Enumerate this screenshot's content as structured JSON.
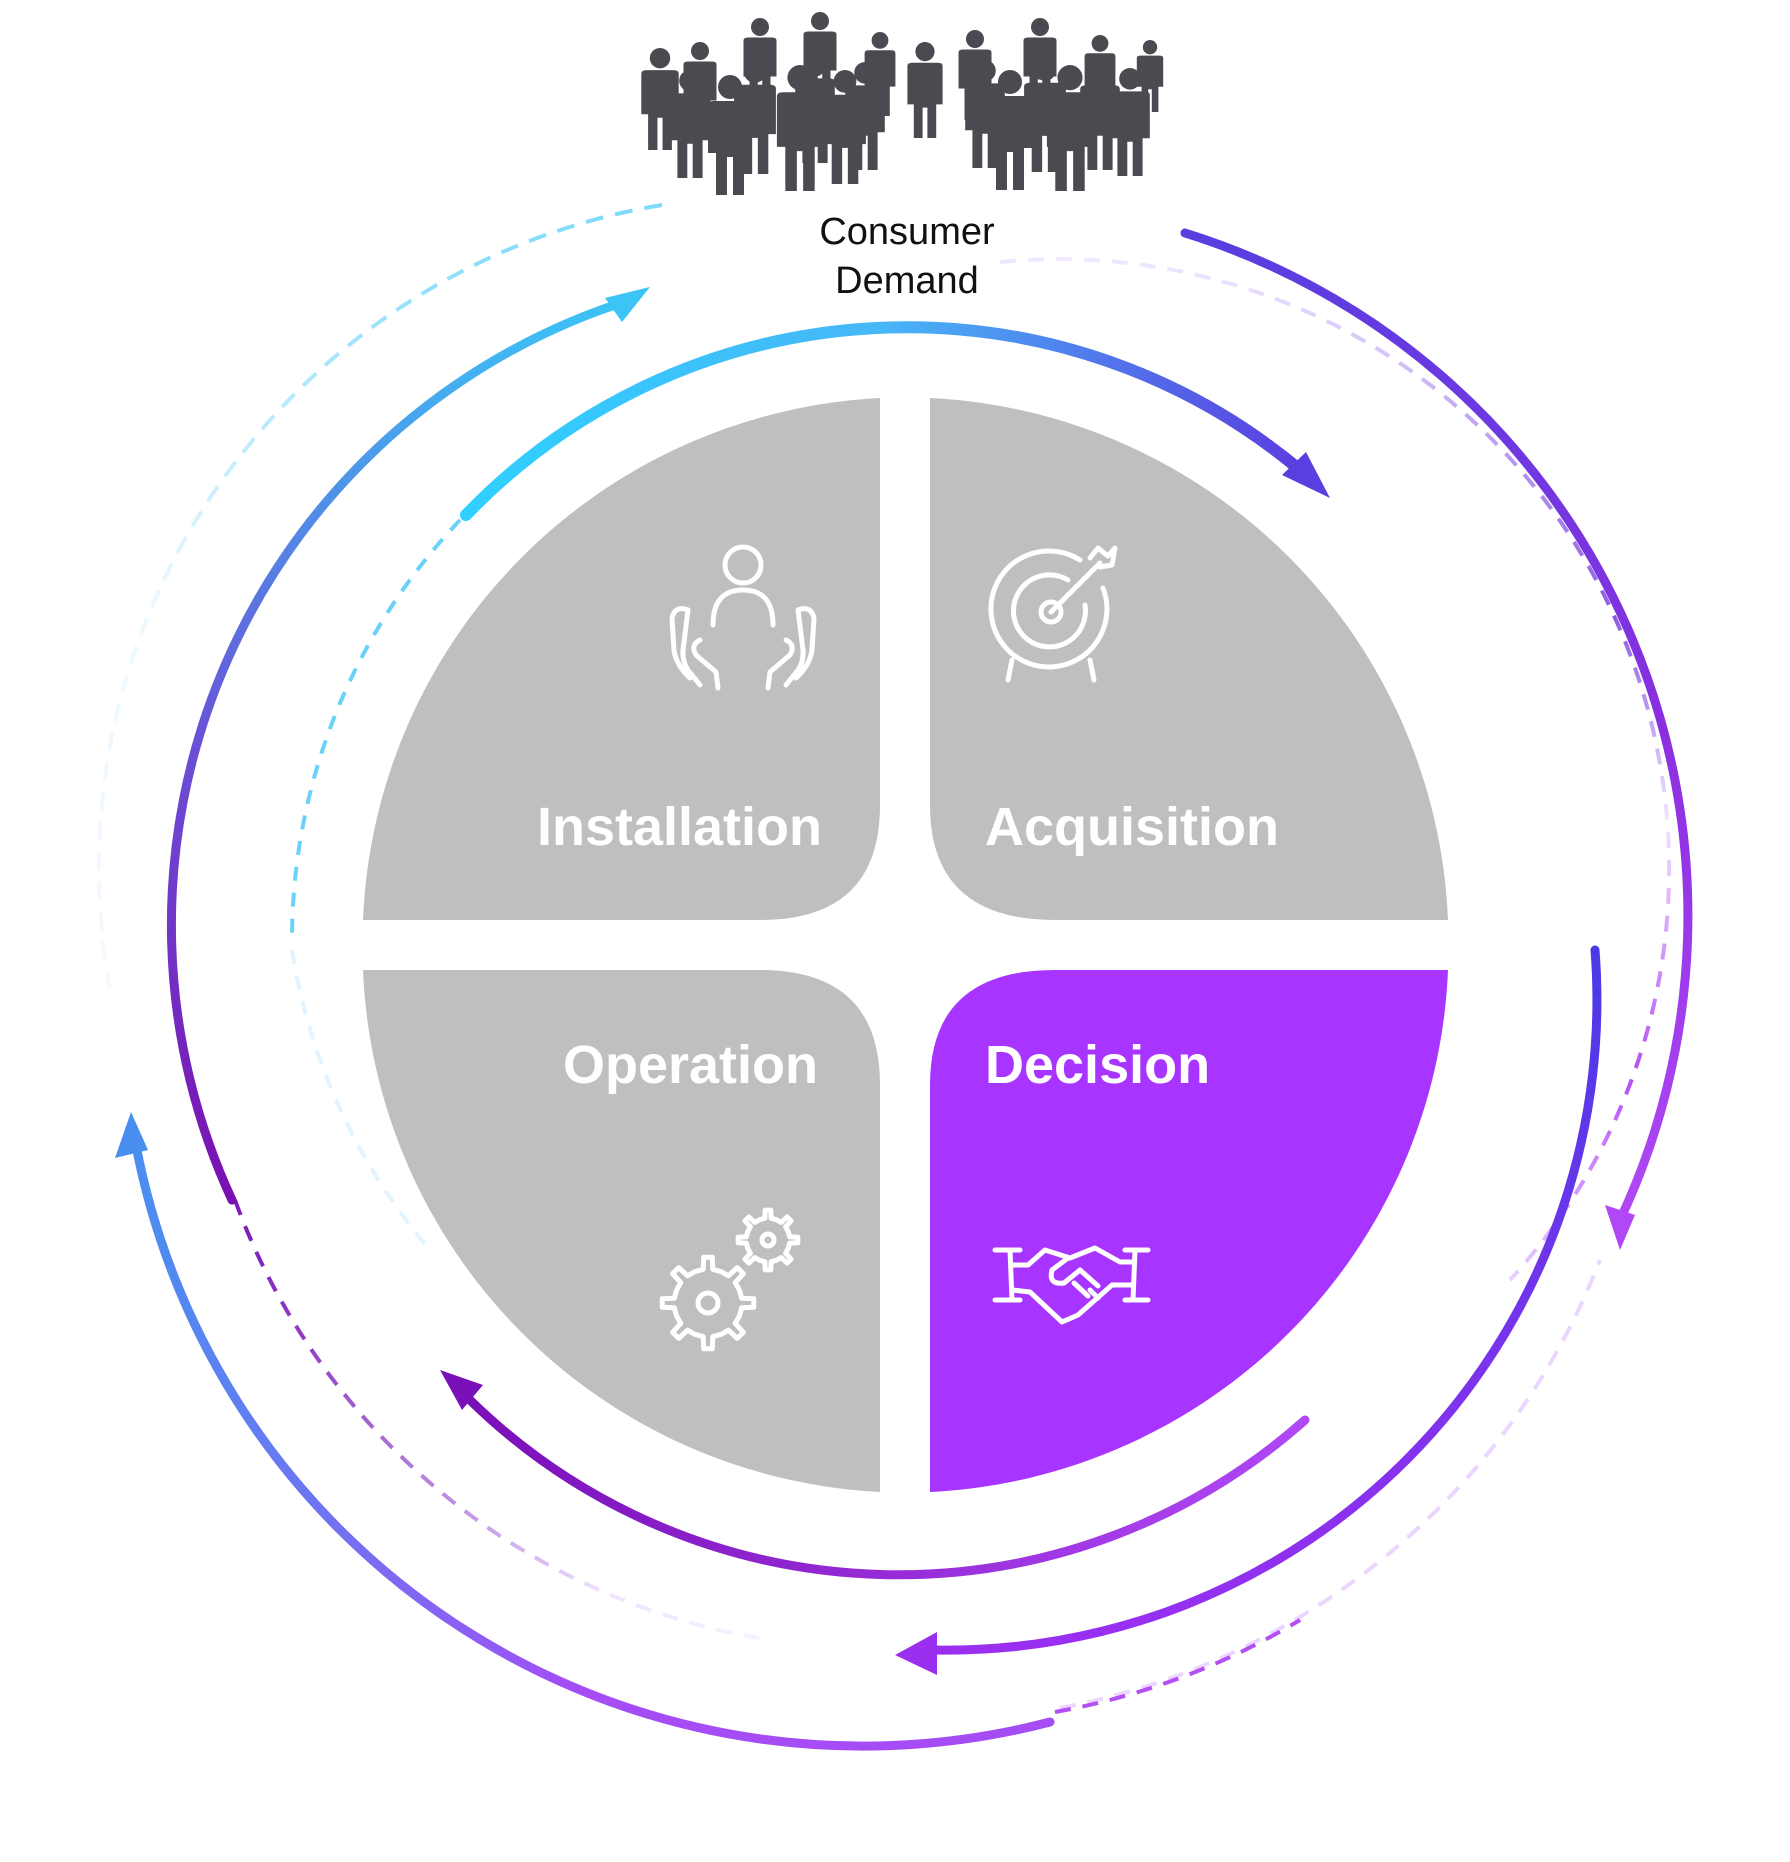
{
  "header": {
    "line1": "Consumer",
    "line2": "Demand"
  },
  "quadrants": [
    {
      "id": "installation",
      "label": "Installation",
      "icon": "caring-hands-person-icon",
      "color": "#bfbfbf",
      "active": false
    },
    {
      "id": "acquisition",
      "label": "Acquisition",
      "icon": "target-arrow-icon",
      "color": "#bfbfbf",
      "active": false
    },
    {
      "id": "operation",
      "label": "Operation",
      "icon": "gears-icon",
      "color": "#bfbfbf",
      "active": false
    },
    {
      "id": "decision",
      "label": "Decision",
      "icon": "handshake-icon",
      "color": "#a735ff",
      "active": true
    }
  ],
  "colors": {
    "quadrant_default": "#bfbfbf",
    "quadrant_active": "#a735ff",
    "label_text": "#ffffff",
    "people_icon": "#4a4a50",
    "arrow_blue": "#3bc4f5",
    "arrow_indigo": "#5a3ee0",
    "arrow_purple": "#8a2fd9",
    "arrow_violet": "#b048f5"
  }
}
